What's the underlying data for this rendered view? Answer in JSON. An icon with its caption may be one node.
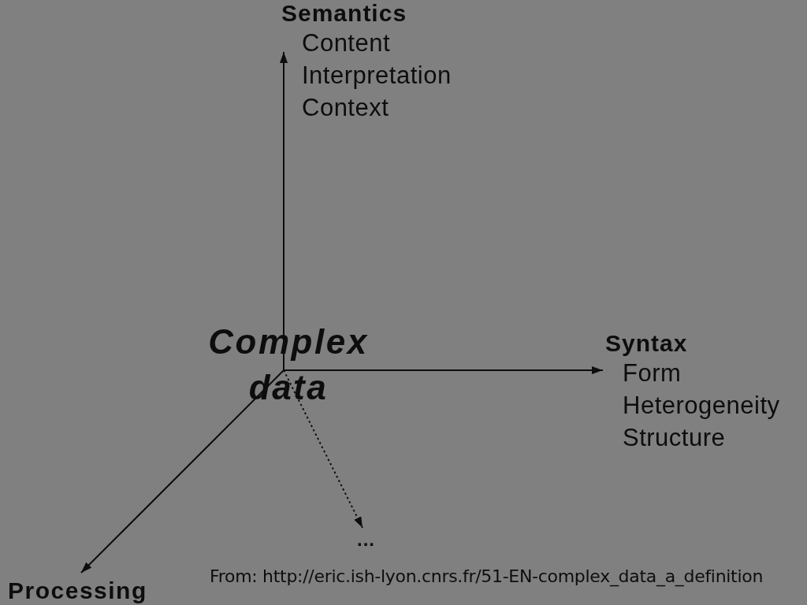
{
  "diagram": {
    "nodes": [
      {
        "text": [
          "Semantics",
          "Content",
          "Interpretation",
          "Context"
        ]
      },
      {
        "text": [
          "Complex data"
        ]
      },
      {
        "text": [
          "Syntax",
          "Form",
          "Heterogeneity",
          "Structure"
        ]
      },
      {
        "text": [
          "..."
        ]
      },
      {
        "text": [
          "Processing"
        ]
      }
    ],
    "edges": [
      {
        "from": 1,
        "to": 0,
        "arrow": "to"
      },
      {
        "from": 1,
        "to": 2,
        "arrow": "to"
      },
      {
        "from": 1,
        "to": 4,
        "arrow": "to"
      },
      {
        "from": 1,
        "to": 3,
        "arrow": "to",
        "style": "dashed"
      }
    ],
    "labels": [
      "From: http://eric.ish-lyon.cnrs.fr/51-EN-complex_data_a_definition"
    ]
  }
}
